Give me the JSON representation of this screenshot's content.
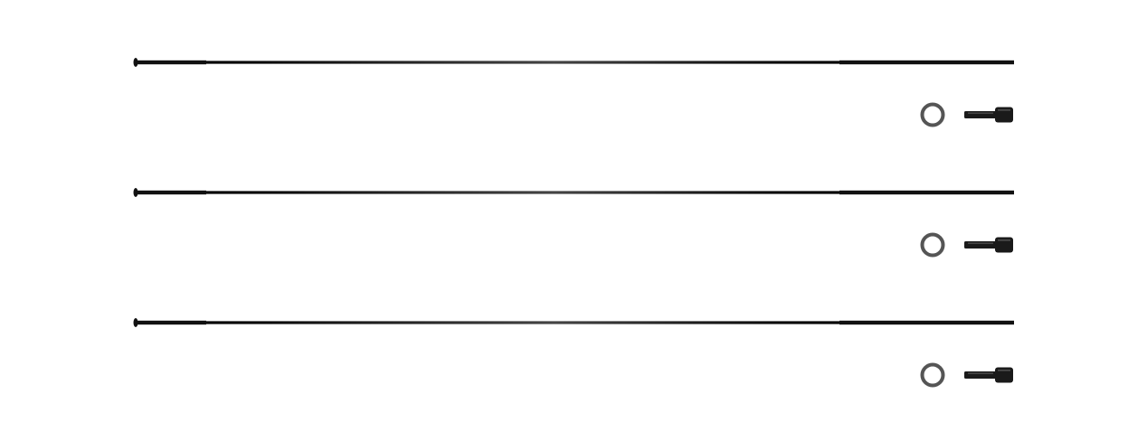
{
  "image": {
    "background": "#ffffff",
    "spoke_color": "#111111",
    "washer_color": "#555555",
    "nipple_color": "#1a1a1a",
    "sets": [
      {
        "items": [
          "spoke",
          "washer",
          "nipple"
        ]
      },
      {
        "items": [
          "spoke",
          "washer",
          "nipple"
        ]
      },
      {
        "items": [
          "spoke",
          "washer",
          "nipple"
        ]
      }
    ]
  }
}
